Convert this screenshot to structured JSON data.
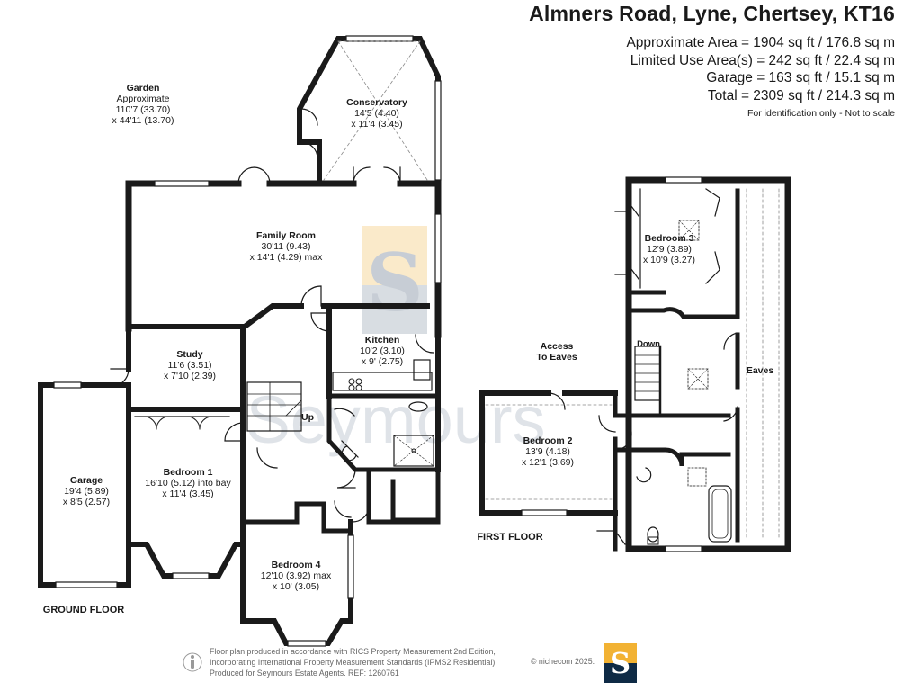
{
  "header": {
    "title": "Almners Road, Lyne, Chertsey, KT16",
    "areas": [
      "Approximate Area = 1904 sq ft / 176.8 sq m",
      "Limited Use Area(s) = 242 sq ft / 22.4 sq m",
      "Garage = 163 sq ft / 15.1 sq m",
      "Total = 2309 sq ft / 214.3 sq m"
    ],
    "note": "For identification only - Not to scale"
  },
  "rooms": {
    "garden": {
      "name": "Garden",
      "l1": "Approximate",
      "l2": "110'7 (33.70)",
      "l3": "x 44'11 (13.70)"
    },
    "conservatory": {
      "name": "Conservatory",
      "l1": "14'5 (4.40)",
      "l2": "x 11'4 (3.45)"
    },
    "family_room": {
      "name": "Family Room",
      "l1": "30'11 (9.43)",
      "l2": "x 14'1 (4.29) max"
    },
    "study": {
      "name": "Study",
      "l1": "11'6 (3.51)",
      "l2": "x 7'10 (2.39)"
    },
    "kitchen": {
      "name": "Kitchen",
      "l1": "10'2 (3.10)",
      "l2": "x 9' (2.75)"
    },
    "garage": {
      "name": "Garage",
      "l1": "19'4 (5.89)",
      "l2": "x 8'5 (2.57)"
    },
    "bedroom1": {
      "name": "Bedroom 1",
      "l1": "16'10 (5.12) into bay",
      "l2": "x 11'4 (3.45)"
    },
    "bedroom4": {
      "name": "Bedroom 4",
      "l1": "12'10 (3.92) max",
      "l2": "x 10' (3.05)"
    },
    "bedroom2": {
      "name": "Bedroom 2",
      "l1": "13'9 (4.18)",
      "l2": "x 12'1 (3.69)"
    },
    "bedroom3": {
      "name": "Bedroom 3",
      "l1": "12'9 (3.89)",
      "l2": "x 10'9 (3.27)"
    }
  },
  "labels": {
    "up": "Up",
    "down": "Down",
    "eaves": "Eaves",
    "access1": "Access",
    "access2": "To Eaves",
    "ground_floor": "GROUND FLOOR",
    "first_floor": "FIRST FLOOR",
    "watermark": "Seymours",
    "watermark_logo": "S"
  },
  "footer": {
    "line1": "Floor plan produced in accordance with RICS Property Measurement 2nd Edition,",
    "line2": "Incorporating International Property Measurement Standards (IPMS2 Residential).",
    "line3": "Produced for Seymours Estate Agents.   REF: 1260761",
    "copyright": "© nichecom 2025.",
    "logo_letter": "S"
  },
  "colors": {
    "wall": "#1a1a1a",
    "watermark_gold": "#f7d9a0",
    "watermark_navy": "#9aa6b4",
    "logo_navy": "#0e2a45",
    "logo_gold": "#f2b233"
  }
}
